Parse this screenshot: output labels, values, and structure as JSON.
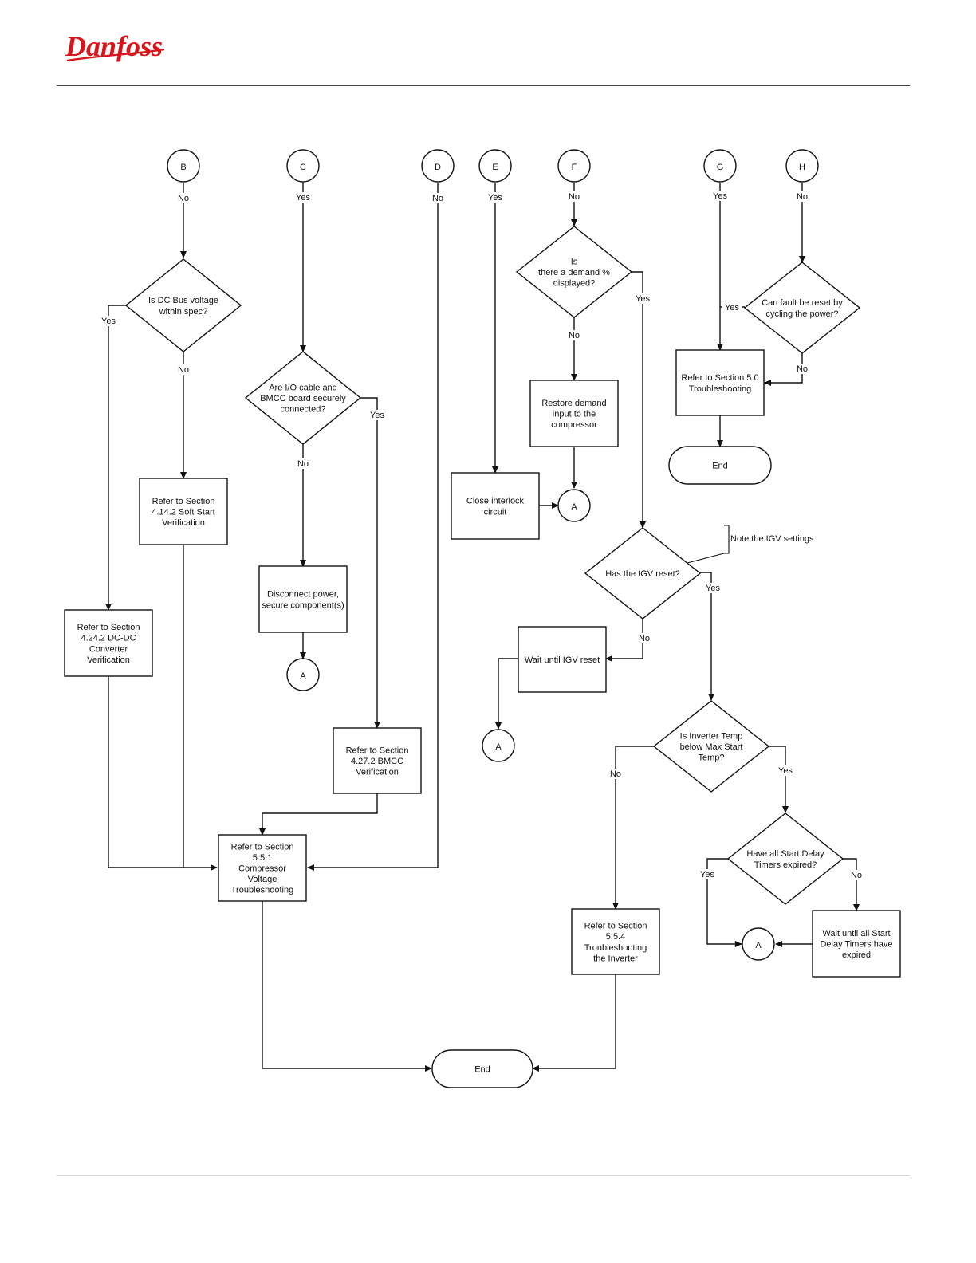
{
  "brand": {
    "logo_text": "Danfoss",
    "logo_color": "#d7141a"
  },
  "flowchart": {
    "connectors": {
      "B": "B",
      "C": "C",
      "D": "D",
      "E": "E",
      "F": "F",
      "G": "G",
      "H": "H",
      "A": "A"
    },
    "labels": {
      "yes": "Yes",
      "no": "No"
    },
    "decisions": {
      "dc_bus": [
        "Is DC Bus voltage",
        "within spec?"
      ],
      "io_cable": [
        "Are I/O cable and",
        "BMCC board securely",
        "connected?"
      ],
      "demand": [
        "Is",
        "there a demand %",
        "displayed?"
      ],
      "cycle_power": [
        "Can fault be reset by",
        "cycling the power?"
      ],
      "igv_reset": [
        "Has the IGV reset?"
      ],
      "inverter_temp": [
        "Is Inverter Temp",
        "below Max Start",
        "Temp?"
      ],
      "start_delay": [
        "Have all Start Delay",
        "Timers expired?"
      ]
    },
    "processes": {
      "soft_start": [
        "Refer to Section",
        "4.14.2 Soft Start",
        "Verification"
      ],
      "dcdc": [
        "Refer to Section",
        "4.24.2 DC-DC",
        "Converter",
        "Verification"
      ],
      "disconnect": [
        "Disconnect power,",
        "secure component(s)"
      ],
      "bmcc": [
        "Refer to Section",
        "4.27.2 BMCC",
        "Verification"
      ],
      "compressor_voltage": [
        "Refer to Section",
        "5.5.1",
        "Compressor",
        "Voltage",
        "Troubleshooting"
      ],
      "interlock": [
        "Close interlock",
        "circuit"
      ],
      "restore_demand": [
        "Restore demand",
        "input to the",
        "compressor"
      ],
      "section50": [
        "Refer to Section 5.0",
        "Troubleshooting"
      ],
      "wait_igv": [
        "Wait until IGV reset"
      ],
      "inverter_section": [
        "Refer to Section",
        "5.5.4",
        "Troubleshooting",
        "the Inverter"
      ],
      "wait_timers": [
        "Wait until all Start",
        "Delay Timers have",
        "expired"
      ]
    },
    "terminals": {
      "end": "End"
    },
    "note": "Note the IGV settings"
  }
}
